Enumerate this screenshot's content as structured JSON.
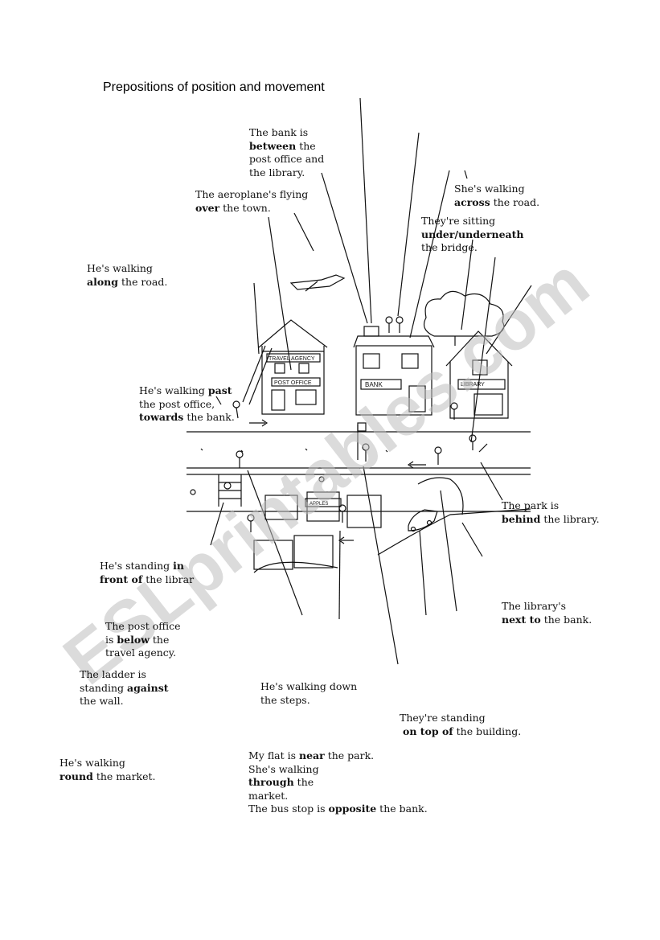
{
  "title": "Prepositions of position and movement",
  "watermark": "ESLprintables.com",
  "captions": {
    "bank": {
      "pre": "The bank is",
      "kw": "between",
      "post1": " the",
      "post2": "post office and",
      "post3": "the library."
    },
    "plane": {
      "pre": "The aeroplane's flying",
      "kw": "over",
      "post": " the town."
    },
    "across": {
      "pre": "She's walking",
      "kw": "across",
      "post": " the road."
    },
    "under": {
      "pre": "They're sitting",
      "kw": "under/underneath",
      "post": "the bridge."
    },
    "along": {
      "pre": "He's walking",
      "kw": "along",
      "post": " the road."
    },
    "past": {
      "pre": "He's walking ",
      "kw1": "past",
      "mid": "the post office,",
      "kw2": "towards",
      "post": " the bank."
    },
    "park": {
      "pre": "The park is",
      "kw": "behind",
      "post": " the library."
    },
    "front": {
      "pre": "He's standing ",
      "kw1": "in",
      "kw2": "front of",
      "post": " the librar"
    },
    "nextto": {
      "pre": "The library's",
      "kw": "next to",
      "post": " the bank."
    },
    "below": {
      "pre": "The post office",
      "pre2": "is ",
      "kw": "below",
      "post": " the",
      "post2": "travel agency."
    },
    "against": {
      "pre": "The ladder is",
      "pre2": "standing ",
      "kw": "against",
      "post": "the wall."
    },
    "down": {
      "pre": "He's walking  down",
      "post": "the steps."
    },
    "ontop": {
      "pre": "They're standing",
      "kw": "on  top of",
      "post": " the building."
    },
    "round": {
      "pre": "He's walking",
      "kw": "round",
      "post": " the market."
    },
    "near": {
      "pre": "My flat is ",
      "kw": "near",
      "post": " the park."
    },
    "through": {
      "pre": "She's walking",
      "kw": "through",
      "post": " the",
      "post2": "market."
    },
    "opposite": {
      "pre": "The bus stop is ",
      "kw": "opposite",
      "post": " the bank."
    }
  },
  "signs": {
    "travel": "TRAVEL AGENCY",
    "postoffice": "POST OFFICE",
    "bank": "BANK",
    "library": "LIBRARY",
    "stall": "APPLES"
  }
}
